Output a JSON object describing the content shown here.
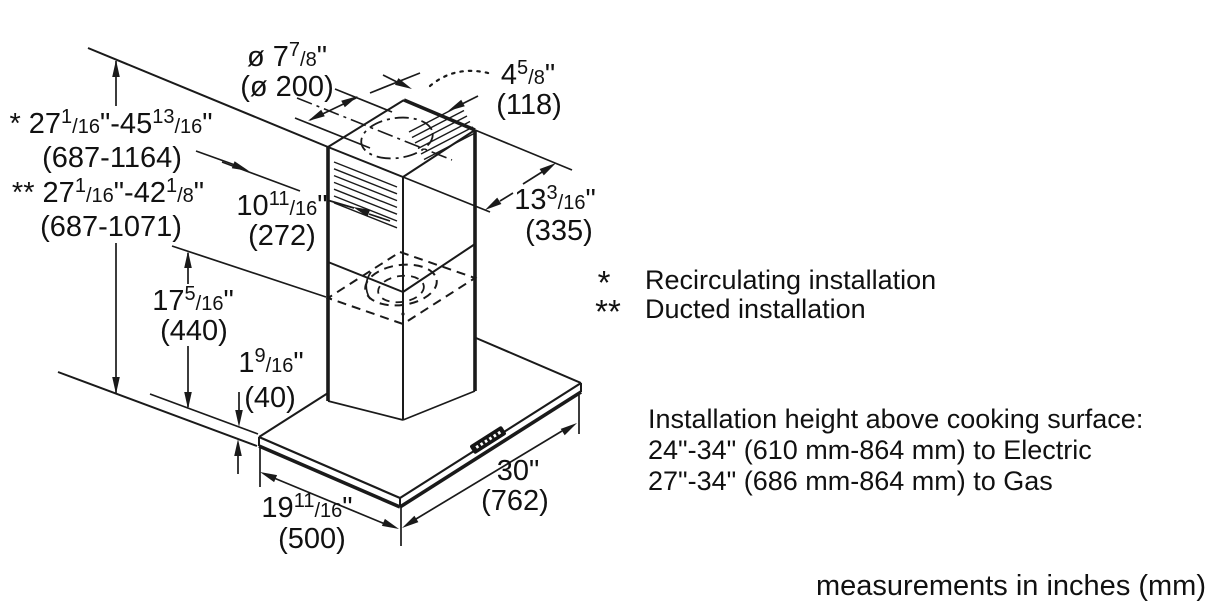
{
  "diagram_title": "range-hood-installation-dimension-drawing",
  "units_note": "measurements in inches (mm)",
  "legend": {
    "recirc_star": "*",
    "recirc_label": "Recirculating installation",
    "ducted_star": "**",
    "ducted_label": "Ducted installation"
  },
  "installation_note": {
    "line1": "Installation height above cooking surface:",
    "line2": "24\"-34\" (610 mm-864 mm) to Electric",
    "line3": "27\"-34\" (686 mm-864 mm) to Gas"
  },
  "dims": {
    "duct_diameter": {
      "inches": "ø 7[7/8]\"",
      "mm": "(ø 200)"
    },
    "chimney_top_depth": {
      "inches": "4[5/8]\"",
      "mm": "(118)"
    },
    "total_height_recirc": {
      "inches": "* 27[1/16]\"-45[13/16]\"",
      "mm": "(687-1164)"
    },
    "total_height_ducted": {
      "inches": "** 27[1/16]\"-42[1/8]\"",
      "mm": "(687-1071)"
    },
    "chimney_width": {
      "inches": "10[11/16]\"",
      "mm": "(272)"
    },
    "chimney_depth": {
      "inches": "13[3/16]\"",
      "mm": "(335)"
    },
    "lower_section_height": {
      "inches": "17[5/16]\"",
      "mm": "(440)"
    },
    "canopy_thickness": {
      "inches": "1[9/16]\"",
      "mm": "(40)"
    },
    "canopy_depth": {
      "inches": "19[11/16]\"",
      "mm": "(500)"
    },
    "canopy_width": {
      "inches": "30\"",
      "mm": "(762)"
    }
  },
  "colors": {
    "line": "#1a1a1a",
    "text": "#111111",
    "background": "#ffffff"
  }
}
